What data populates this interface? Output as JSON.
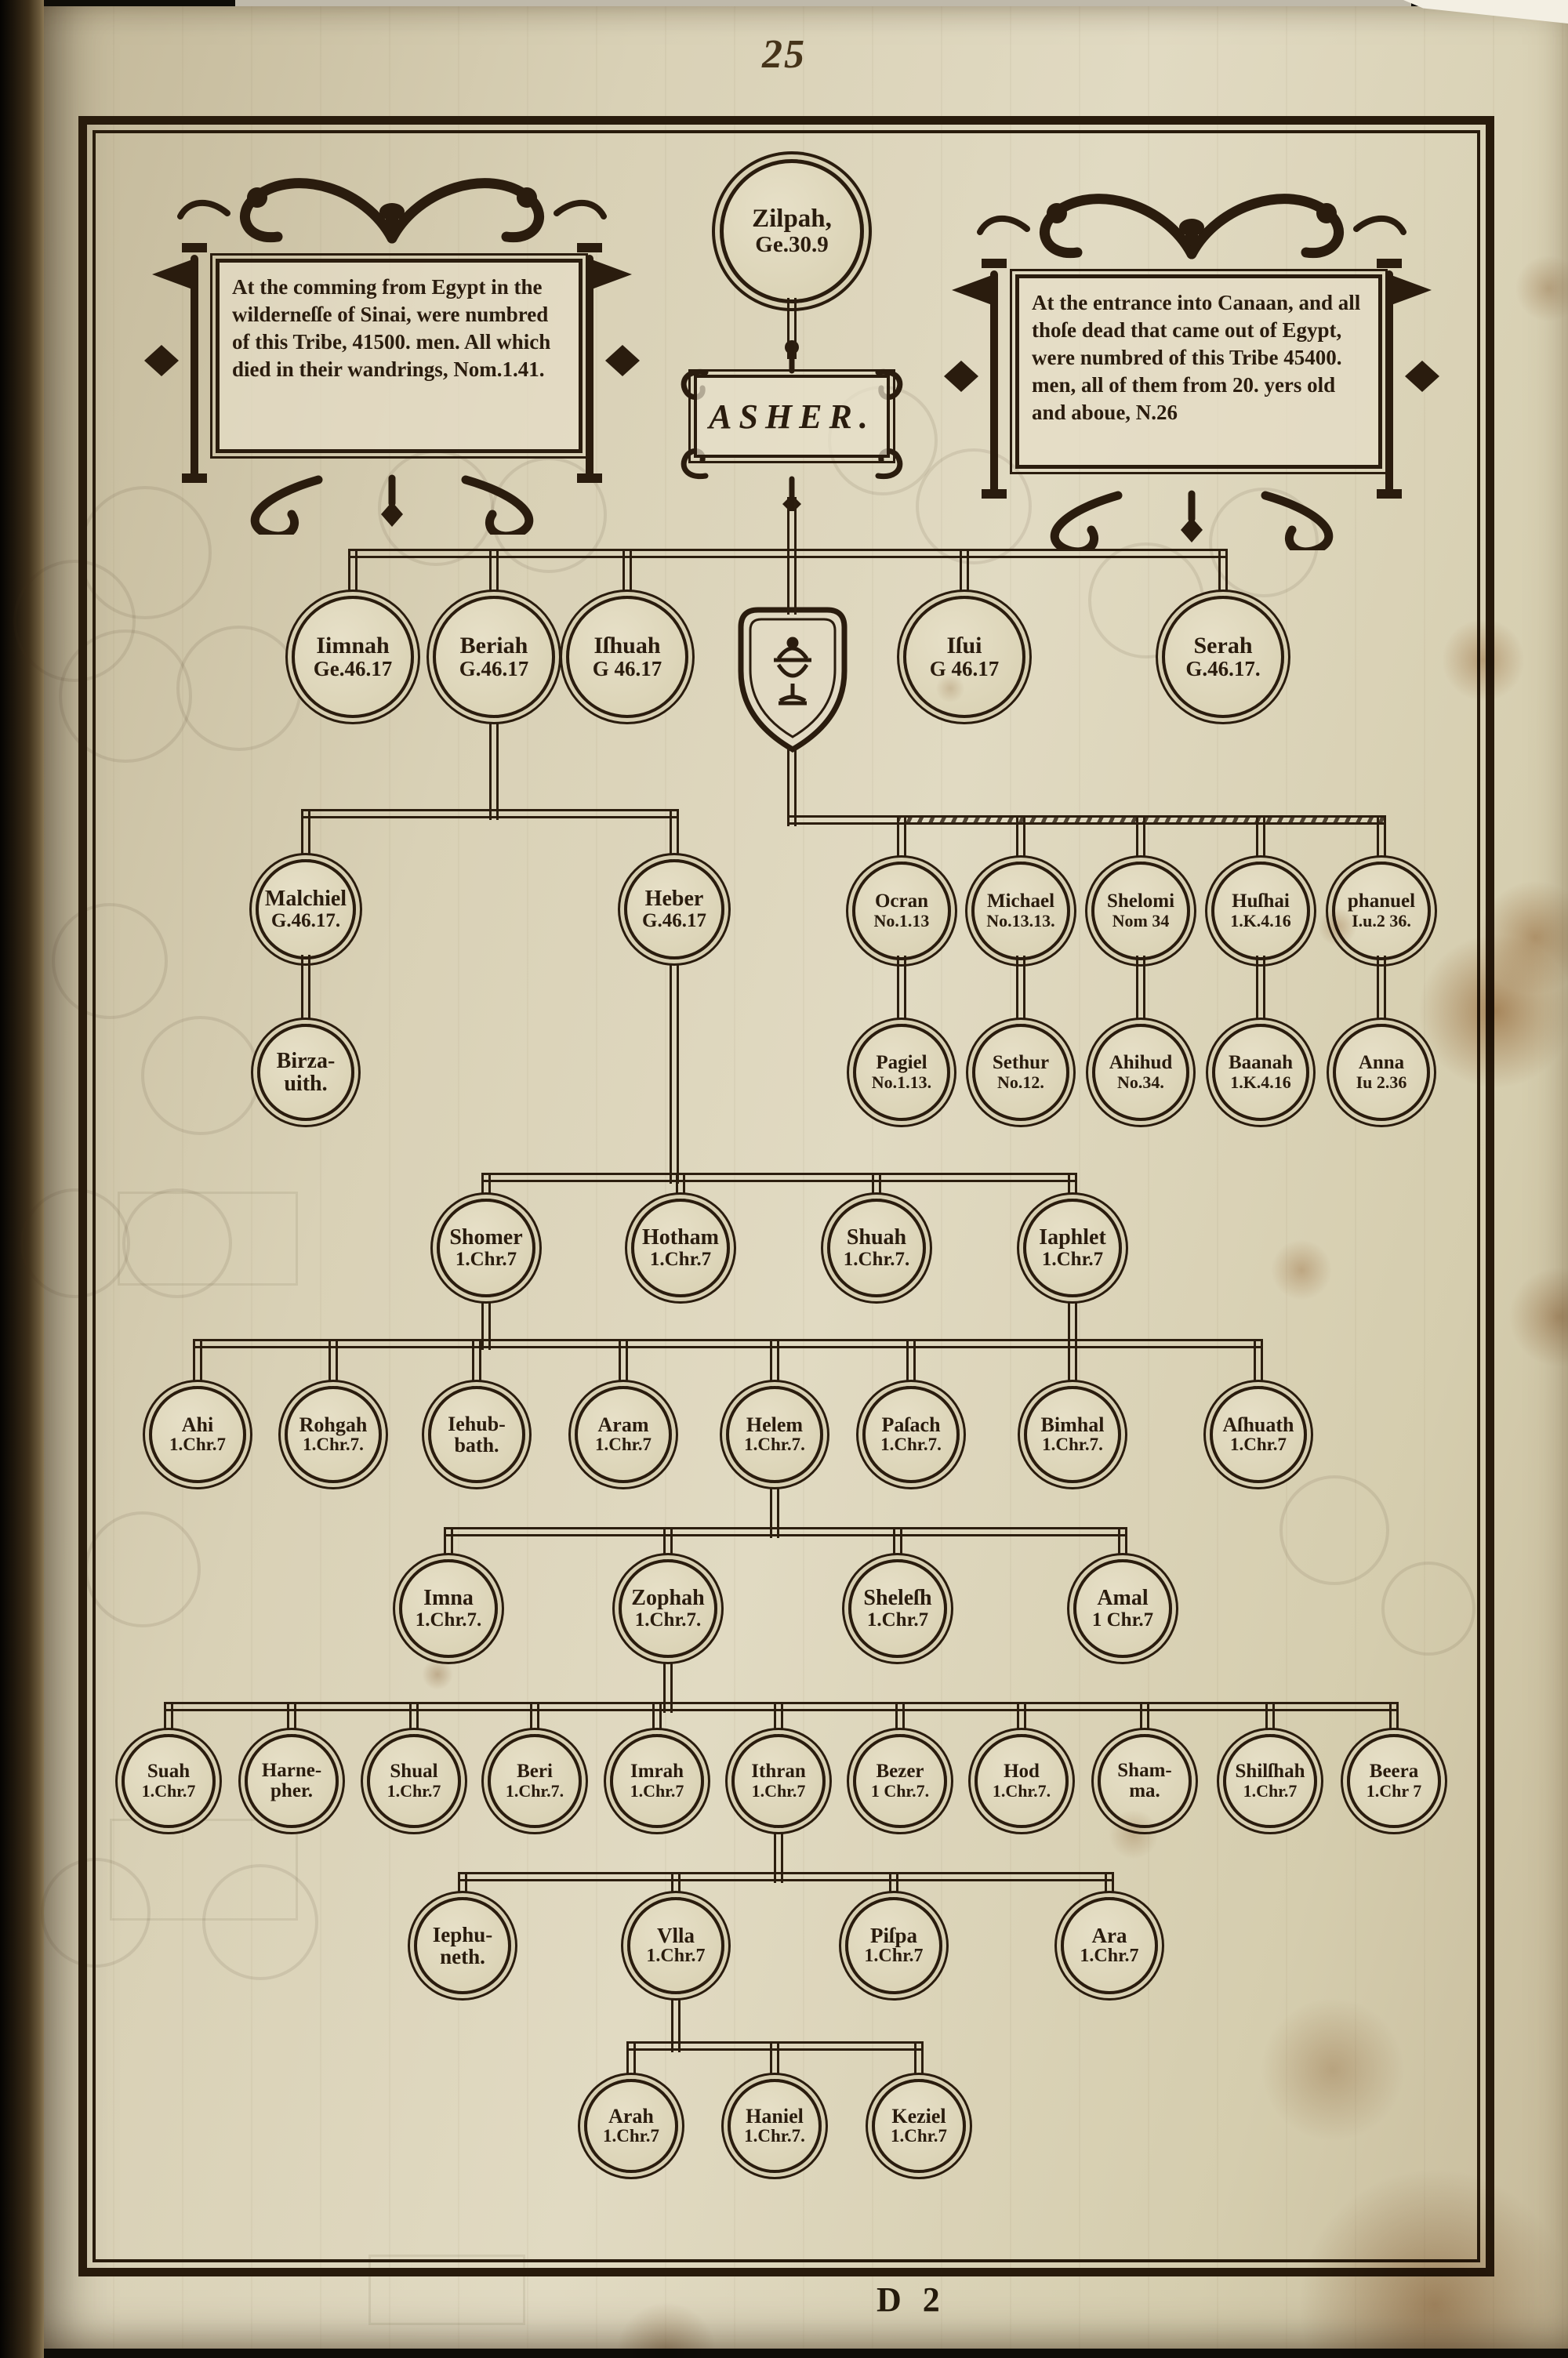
{
  "page": {
    "folio": "25",
    "signature": "D 2"
  },
  "header": {
    "matriarch": {
      "name": "Zilpah,",
      "ref": "Ge.30.9"
    },
    "tribe_banner": "ASHER.",
    "left_cartouche": "At the comming from Egypt in the wilderneſſe of Sinai, were numbred of this Tribe, 41500. men. All which died in their wandrings, Nom.1.41.",
    "right_cartouche": "At the entrance into Canaan, and all thoſe dead that came out of Egypt, were numbred of this Tribe 45400. men, all of them from 20. yers old and aboue, N.26"
  },
  "colors": {
    "ink": "#2a1c0e",
    "paper": "#d9d1b6"
  },
  "tree": {
    "rows": [
      {
        "label": "sons-of-asher",
        "nodes": [
          [
            "Iimnah",
            "Ge.46.17"
          ],
          [
            "Beriah",
            "G.46.17"
          ],
          [
            "Iſhuah",
            "G 46.17"
          ],
          [
            "Iſui",
            "G 46.17"
          ],
          [
            "Serah",
            "G.46.17."
          ]
        ]
      },
      {
        "label": "sons-of-beriah",
        "nodes": [
          [
            "Malchiel",
            "G.46.17."
          ],
          [
            "Heber",
            "G.46.17"
          ]
        ]
      },
      {
        "label": "asherite-princes",
        "nodes": [
          [
            "Ocran",
            "No.1.13"
          ],
          [
            "Michael",
            "No.13.13."
          ],
          [
            "Shelomi",
            "Nom 34"
          ],
          [
            "Huſhai",
            "1.K.4.16"
          ],
          [
            "phanuel",
            "I.u.2 36."
          ]
        ]
      },
      {
        "label": "son-of-malchiel",
        "nodes": [
          [
            "Birza-\nuith.",
            ""
          ]
        ]
      },
      {
        "label": "princes-successors",
        "nodes": [
          [
            "Pagiel",
            "No.1.13."
          ],
          [
            "Sethur",
            "No.12."
          ],
          [
            "Ahihud",
            "No.34."
          ],
          [
            "Baanah",
            "1.K.4.16"
          ],
          [
            "Anna",
            "Iu 2.36"
          ]
        ]
      },
      {
        "label": "sons-of-heber",
        "nodes": [
          [
            "Shomer",
            "1.Chr.7"
          ],
          [
            "Hotham",
            "1.Chr.7"
          ],
          [
            "Shuah",
            "1.Chr.7."
          ],
          [
            "Iaphlet",
            "1.Chr.7"
          ]
        ]
      },
      {
        "label": "sons-of-shomer-and-iaphlet",
        "nodes": [
          [
            "Ahi",
            "1.Chr.7"
          ],
          [
            "Rohgah",
            "1.Chr.7."
          ],
          [
            "Iehub-\nbath.",
            ""
          ],
          [
            "Aram",
            "1.Chr.7"
          ],
          [
            "Helem",
            "1.Chr.7."
          ],
          [
            "Paſach",
            "1.Chr.7."
          ],
          [
            "Bimhal",
            "1.Chr.7."
          ],
          [
            "Aſhuath",
            "1.Chr.7"
          ]
        ]
      },
      {
        "label": "sons-of-helem",
        "nodes": [
          [
            "Imna",
            "1.Chr.7."
          ],
          [
            "Zophah",
            "1.Chr.7."
          ],
          [
            "Sheleſh",
            "1.Chr.7"
          ],
          [
            "Amal",
            "1 Chr.7"
          ]
        ]
      },
      {
        "label": "sons-of-zophah",
        "nodes": [
          [
            "Suah",
            "1.Chr.7"
          ],
          [
            "Harne-\npher.",
            ""
          ],
          [
            "Shual",
            "1.Chr.7"
          ],
          [
            "Beri",
            "1.Chr.7."
          ],
          [
            "Imrah",
            "1.Chr.7"
          ],
          [
            "Ithran",
            "1.Chr.7"
          ],
          [
            "Bezer",
            "1 Chr.7."
          ],
          [
            "Hod",
            "1.Chr.7."
          ],
          [
            "Sham-\nma.",
            ""
          ],
          [
            "Shilſhah",
            "1.Chr.7"
          ],
          [
            "Beera",
            "1.Chr 7"
          ]
        ]
      },
      {
        "label": "sons-of-ithran",
        "nodes": [
          [
            "Iephu-\nneth.",
            ""
          ],
          [
            "Vlla",
            "1.Chr.7"
          ],
          [
            "Piſpa",
            "1.Chr.7"
          ],
          [
            "Ara",
            "1.Chr.7"
          ]
        ]
      },
      {
        "label": "sons-of-ulla",
        "nodes": [
          [
            "Arah",
            "1.Chr.7"
          ],
          [
            "Haniel",
            "1.Chr.7."
          ],
          [
            "Keziel",
            "1.Chr.7"
          ]
        ]
      }
    ]
  }
}
